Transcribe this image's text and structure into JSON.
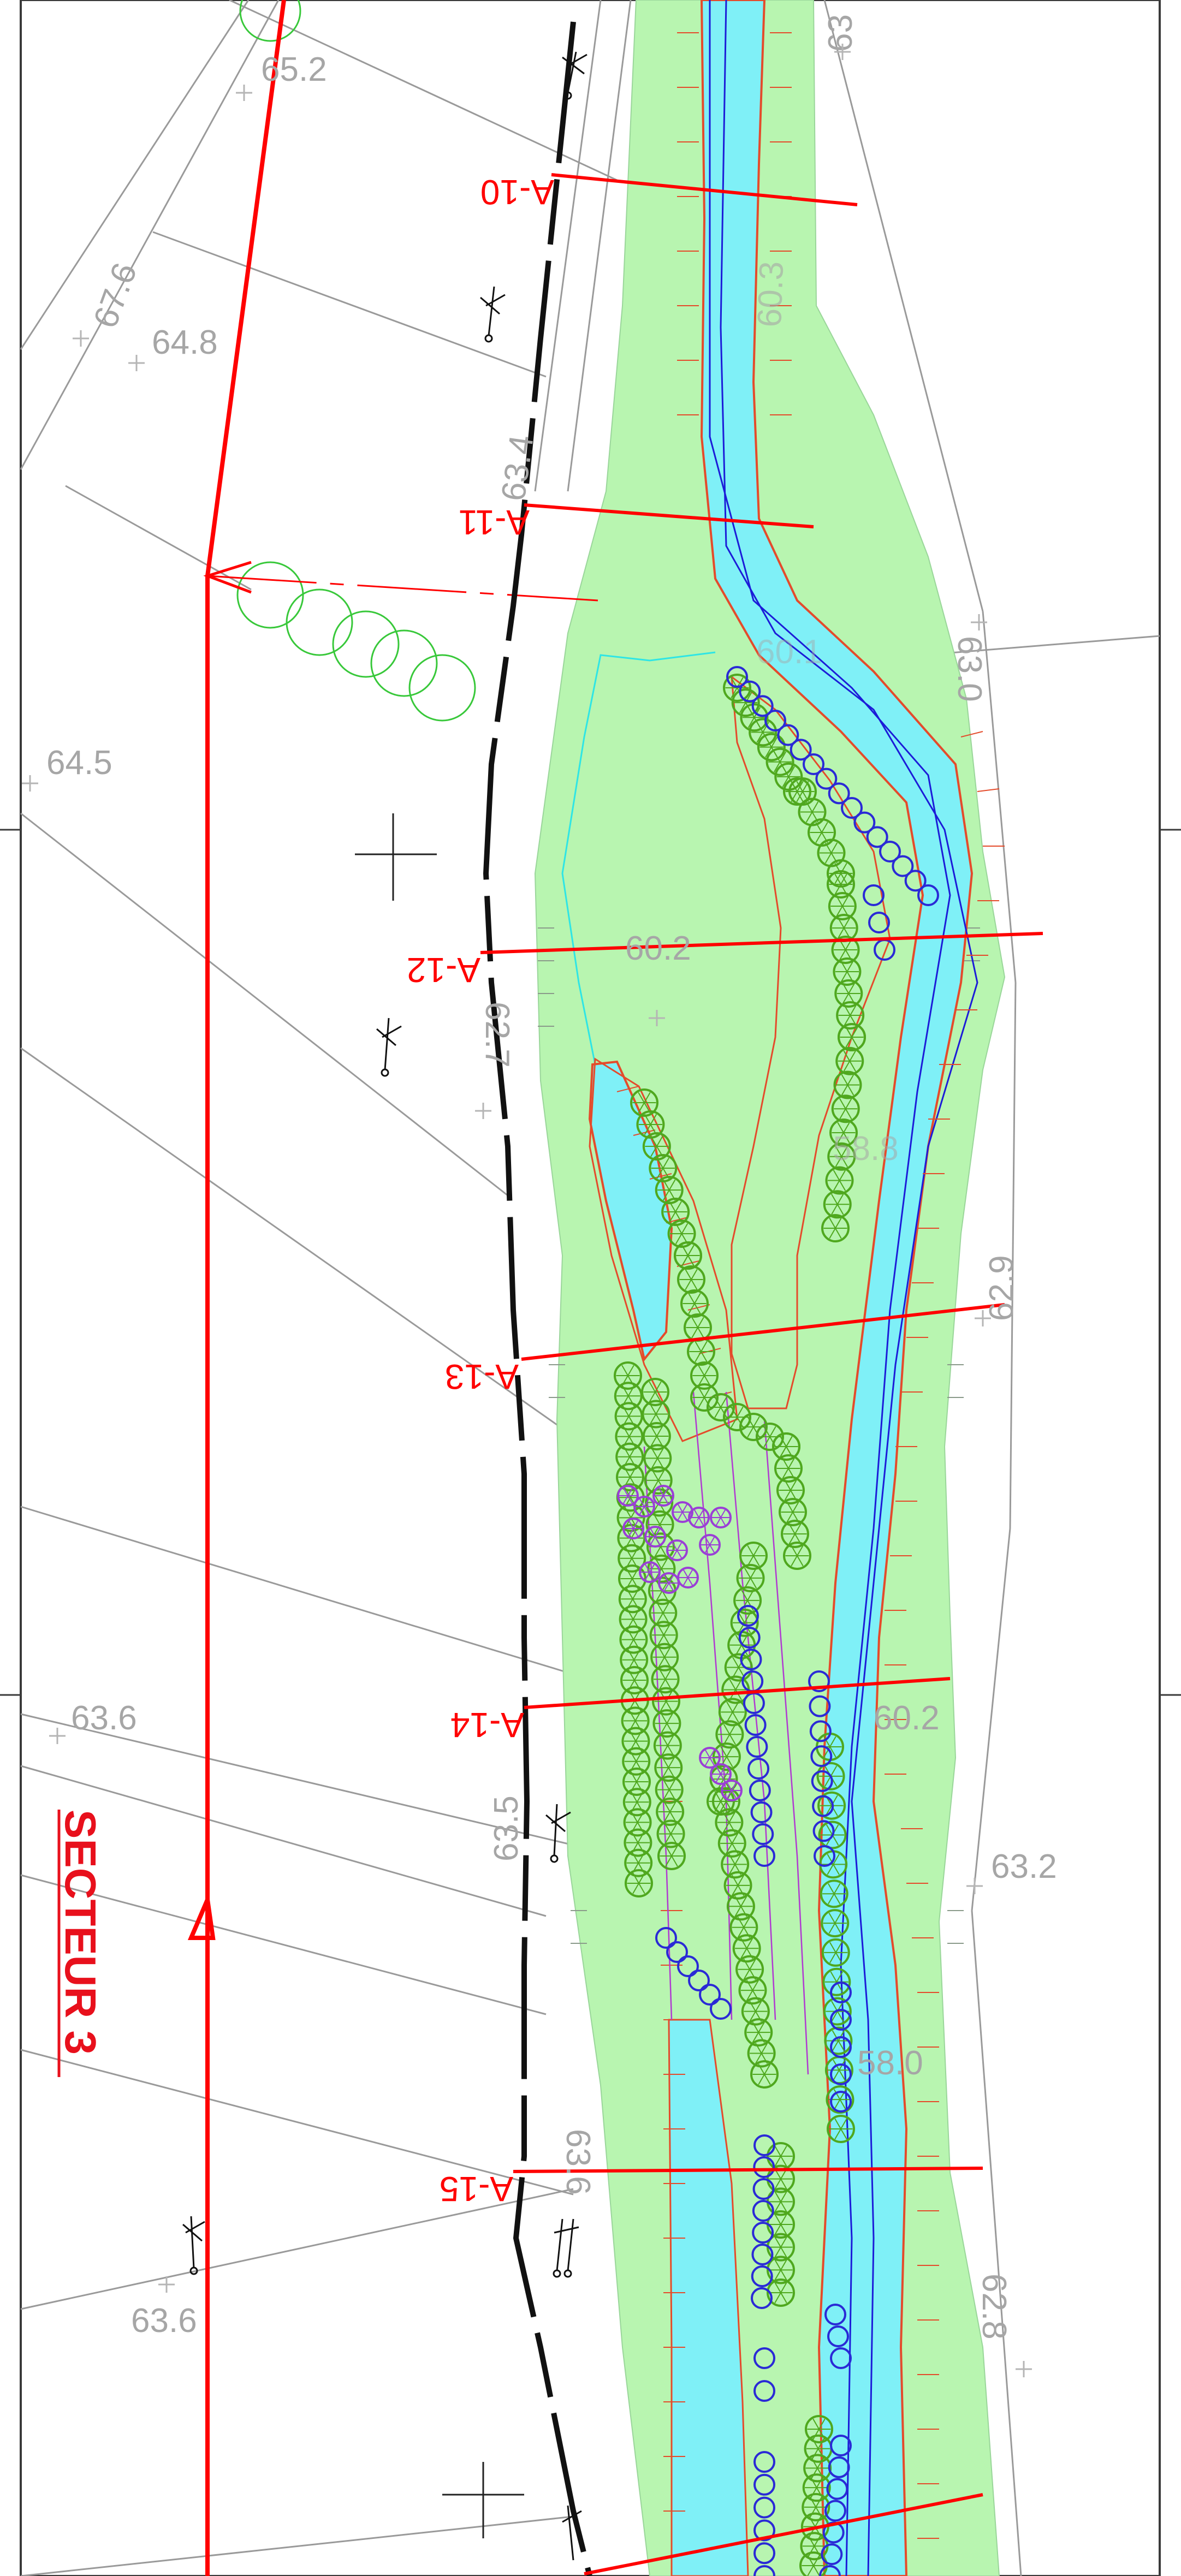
{
  "sector": {
    "title": "SECTEUR 3"
  },
  "colors": {
    "floodplain": "#b8f5b0",
    "water": "#7ff0f7",
    "property_line": "#ff0000",
    "section_line": "#ff0000",
    "tree_outline": "#4fa81e",
    "shrub_blue": "#2a2ad6",
    "shrub_purple": "#9a3fd6",
    "elevation_text": "#a6a6a6",
    "bank_hatch": "#e44b2b"
  },
  "sections": [
    {
      "id": "s10",
      "label": "A-10"
    },
    {
      "id": "s11",
      "label": "A-11"
    },
    {
      "id": "s12",
      "label": "A-12"
    },
    {
      "id": "s13",
      "label": "A-13"
    },
    {
      "id": "s14",
      "label": "A-14"
    },
    {
      "id": "s15",
      "label": "A-15"
    }
  ],
  "elevations": [
    {
      "id": "e1",
      "label": "65.2"
    },
    {
      "id": "e2",
      "label": "67.6"
    },
    {
      "id": "e3",
      "label": "64.8"
    },
    {
      "id": "e4",
      "label": "63.4"
    },
    {
      "id": "e5",
      "label": "63.0"
    },
    {
      "id": "e6",
      "label": "64.5"
    },
    {
      "id": "e7",
      "label": "60.2"
    },
    {
      "id": "e8",
      "label": "62.7"
    },
    {
      "id": "e9",
      "label": "62.9"
    },
    {
      "id": "e10",
      "label": "63.6"
    },
    {
      "id": "e11",
      "label": "63.5"
    },
    {
      "id": "e12",
      "label": "60.2"
    },
    {
      "id": "e13",
      "label": "63.2"
    },
    {
      "id": "e14",
      "label": "58.0"
    },
    {
      "id": "e15",
      "label": "63.6"
    },
    {
      "id": "e16",
      "label": "63.6"
    },
    {
      "id": "e17",
      "label": "62.8"
    },
    {
      "id": "e18",
      "label": "63"
    },
    {
      "id": "e19",
      "label": "60.3"
    },
    {
      "id": "e20",
      "label": "60.1"
    },
    {
      "id": "e21",
      "label": "58.8"
    }
  ],
  "legend_icons": {
    "north_arrow": "north-arrow-icon",
    "tree": "tree-symbol-icon",
    "shrub": "shrub-symbol-icon",
    "benchmark": "benchmark-cross-icon"
  }
}
